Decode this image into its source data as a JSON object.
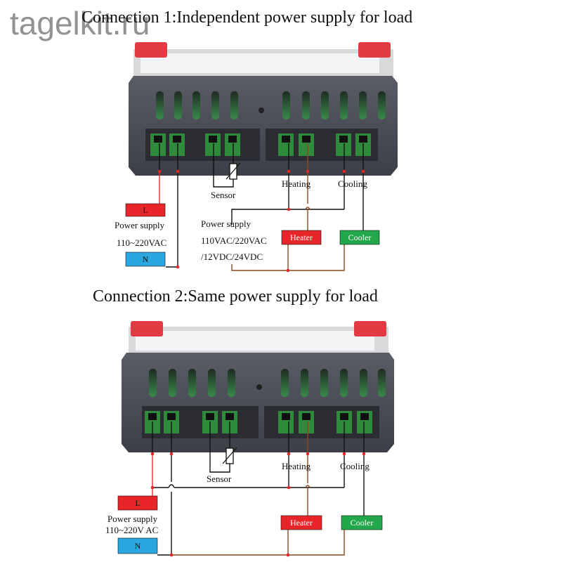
{
  "watermark": "tagelkit.ru",
  "connection1": {
    "title": "Connection 1:Independent power supply for load",
    "labels": {
      "sensor": "Sensor",
      "heating": "Heating",
      "cooling": "Cooling",
      "power_supply": "Power supply",
      "voltage": "110~220VAC",
      "load_power_supply": "Power supply",
      "load_voltage_1": "110VAC/220VAC",
      "load_voltage_2": "/12VDC/24VDC",
      "live": "L",
      "neutral": "N",
      "heater": "Heater",
      "cooler": "Cooler"
    }
  },
  "connection2": {
    "title": "Connection 2:Same power supply for load",
    "labels": {
      "sensor": "Sensor",
      "heating": "Heating",
      "cooling": "Cooling",
      "power_supply": "Power supply",
      "voltage": "110~220V AC",
      "live": "L",
      "neutral": "N",
      "heater": "Heater",
      "cooler": "Cooler"
    }
  },
  "colors": {
    "live_box": "#e8262a",
    "neutral_box": "#2aa7e0",
    "heater_box": "#e8262a",
    "cooler_box": "#22a84a",
    "live_wire": "#e8262a",
    "heater_wire": "#8b4a1e",
    "black_wire": "#111111",
    "device_body": "#4a4d55",
    "terminal_green": "#2f8a3c"
  }
}
